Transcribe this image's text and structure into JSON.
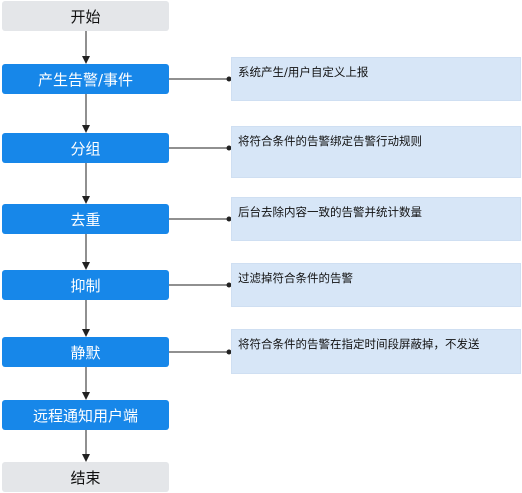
{
  "flow": {
    "start": "开始",
    "steps": [
      "产生告警/事件",
      "分组",
      "去重",
      "抑制",
      "静默",
      "远程通知用户端"
    ],
    "end": "结束"
  },
  "notes": [
    "系统产生/用户自定义上报",
    "将符合条件的告警绑定告警行动规则",
    "后台去除内容一致的告警并统计数量",
    "过滤掉符合条件的告警",
    "将符合条件的告警在指定时间段屏蔽掉，不发送"
  ],
  "colors": {
    "process": "#1787e9",
    "terminal": "#e4e6e9",
    "note": "#d7e6f7",
    "connector": "#222222"
  }
}
